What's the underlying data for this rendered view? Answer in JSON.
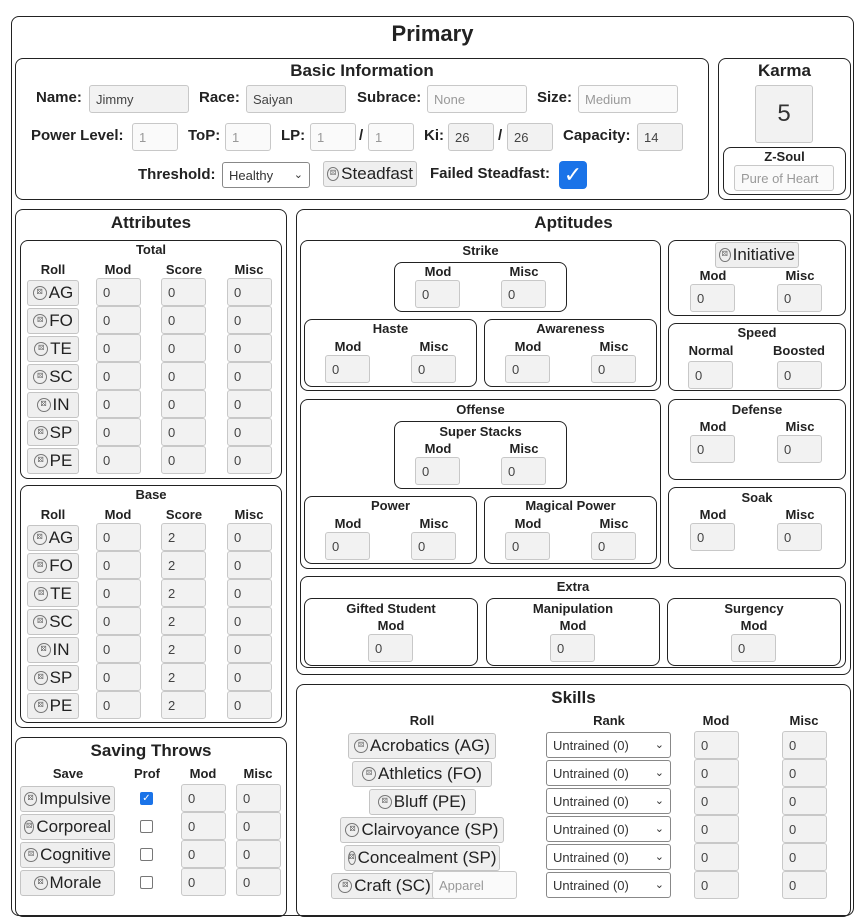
{
  "title": "Primary",
  "basic": {
    "title": "Basic Information",
    "name_label": "Name:",
    "name": "Jimmy",
    "race_label": "Race:",
    "race": "Saiyan",
    "subrace_label": "Subrace:",
    "subrace_placeholder": "None",
    "size_label": "Size:",
    "size_placeholder": "Medium",
    "pl_label": "Power Level:",
    "pl_placeholder": "1",
    "top_label": "ToP:",
    "top_placeholder": "1",
    "lp_label": "LP:",
    "lp_placeholder": "1",
    "slash": "/",
    "lp_max_placeholder": "1",
    "ki_label": "Ki:",
    "ki": "26",
    "ki_max": "26",
    "capacity_label": "Capacity:",
    "capacity": "14",
    "threshold_label": "Threshold:",
    "threshold": "Healthy",
    "steadfast_label": "Steadfast",
    "failed_label": "Failed Steadfast:",
    "failed_checked": "✓"
  },
  "karma": {
    "title": "Karma",
    "value": "5",
    "zsoul_title": "Z-Soul",
    "zsoul_placeholder": "Pure of Heart"
  },
  "attributes": {
    "title": "Attributes",
    "total_title": "Total",
    "base_title": "Base",
    "headers": [
      "Roll",
      "Mod",
      "Score",
      "Misc"
    ],
    "total_rows": [
      {
        "roll": "AG",
        "mod": "0",
        "score": "0",
        "misc": "0"
      },
      {
        "roll": "FO",
        "mod": "0",
        "score": "0",
        "misc": "0"
      },
      {
        "roll": "TE",
        "mod": "0",
        "score": "0",
        "misc": "0"
      },
      {
        "roll": "SC",
        "mod": "0",
        "score": "0",
        "misc": "0"
      },
      {
        "roll": "IN",
        "mod": "0",
        "score": "0",
        "misc": "0"
      },
      {
        "roll": "SP",
        "mod": "0",
        "score": "0",
        "misc": "0"
      },
      {
        "roll": "PE",
        "mod": "0",
        "score": "0",
        "misc": "0"
      }
    ],
    "base_rows": [
      {
        "roll": "AG",
        "mod": "0",
        "score": "2",
        "misc": "0"
      },
      {
        "roll": "FO",
        "mod": "0",
        "score": "2",
        "misc": "0"
      },
      {
        "roll": "TE",
        "mod": "0",
        "score": "2",
        "misc": "0"
      },
      {
        "roll": "SC",
        "mod": "0",
        "score": "2",
        "misc": "0"
      },
      {
        "roll": "IN",
        "mod": "0",
        "score": "2",
        "misc": "0"
      },
      {
        "roll": "SP",
        "mod": "0",
        "score": "2",
        "misc": "0"
      },
      {
        "roll": "PE",
        "mod": "0",
        "score": "2",
        "misc": "0"
      }
    ]
  },
  "saving": {
    "title": "Saving Throws",
    "headers": [
      "Save",
      "Prof",
      "Mod",
      "Misc"
    ],
    "rows": [
      {
        "name": "Impulsive",
        "prof": "✓",
        "mod": "0",
        "misc": "0"
      },
      {
        "name": "Corporeal",
        "prof": "",
        "mod": "0",
        "misc": "0"
      },
      {
        "name": "Cognitive",
        "prof": "",
        "mod": "0",
        "misc": "0"
      },
      {
        "name": "Morale",
        "prof": "",
        "mod": "0",
        "misc": "0"
      }
    ]
  },
  "aptitudes": {
    "title": "Aptitudes",
    "mod": "Mod",
    "misc": "Misc",
    "zero": "0",
    "strike": "Strike",
    "haste": "Haste",
    "awareness": "Awareness",
    "initiative": "Initiative",
    "speed": "Speed",
    "normal": "Normal",
    "boosted": "Boosted",
    "offense": "Offense",
    "super_stacks": "Super Stacks",
    "power": "Power",
    "magical_power": "Magical Power",
    "defense": "Defense",
    "soak": "Soak",
    "extra": "Extra",
    "gifted": "Gifted Student",
    "manipulation": "Manipulation",
    "surgency": "Surgency"
  },
  "skills": {
    "title": "Skills",
    "headers": [
      "Roll",
      "Rank",
      "Mod",
      "Misc"
    ],
    "rows": [
      {
        "name": "Acrobatics (AG)",
        "rank": "Untrained (0)",
        "mod": "0",
        "misc": "0"
      },
      {
        "name": "Athletics (FO)",
        "rank": "Untrained (0)",
        "mod": "0",
        "misc": "0"
      },
      {
        "name": "Bluff (PE)",
        "rank": "Untrained (0)",
        "mod": "0",
        "misc": "0"
      },
      {
        "name": "Clairvoyance (SP)",
        "rank": "Untrained (0)",
        "mod": "0",
        "misc": "0"
      },
      {
        "name": "Concealment (SP)",
        "rank": "Untrained (0)",
        "mod": "0",
        "misc": "0"
      },
      {
        "name": "Craft (SC)",
        "rank": "Untrained (0)",
        "mod": "0",
        "misc": "0",
        "extra_placeholder": "Apparel"
      }
    ]
  }
}
